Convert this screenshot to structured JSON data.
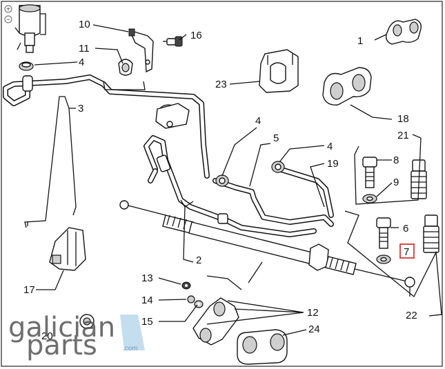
{
  "colors": {
    "highlight": "#cc2222",
    "line": "#111111",
    "watermark": "#555555",
    "accent": "#9cc7e6"
  },
  "zoom": {
    "in_icon": "zoom-in-icon",
    "out_icon": "zoom-out-icon",
    "in_symbol": "+",
    "out_symbol": "−"
  },
  "callouts": {
    "c1": "1",
    "c2": "2",
    "c3": "3",
    "c4a": "4",
    "c4b": "4",
    "c4c": "4",
    "c5": "5",
    "c6": "6",
    "c7": "7",
    "c8": "8",
    "c9": "9",
    "c10": "10",
    "c11": "11",
    "c12": "12",
    "c13": "13",
    "c14": "14",
    "c15": "15",
    "c16": "16",
    "c17": "17",
    "c18": "18",
    "c19": "19",
    "c20": "20",
    "c21": "21",
    "c22": "22",
    "c23": "23",
    "c24": "24"
  },
  "highlighted_callout": "7",
  "watermark": {
    "line1": "galician",
    "line2": "parts",
    "suffix": ".com"
  }
}
